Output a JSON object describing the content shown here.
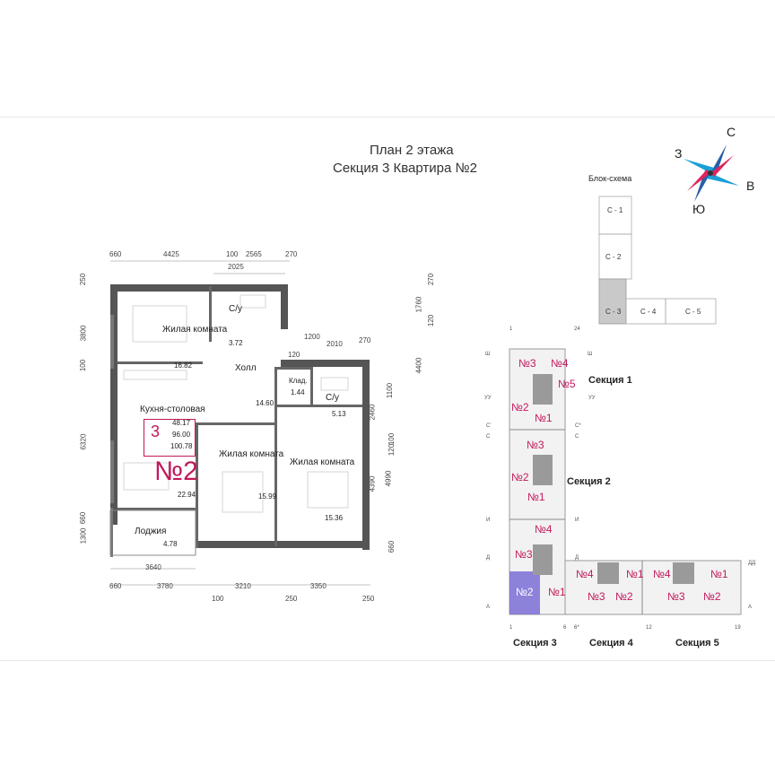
{
  "header": {
    "title_line1": "План 2 этажа",
    "title_line2": "Секция 3   Квартира №2"
  },
  "compass": {
    "n": "С",
    "w": "З",
    "e": "В",
    "s": "Ю"
  },
  "block_scheme": {
    "title": "Блок-схема",
    "labels": [
      "С - 1",
      "С - 2",
      "С - 3",
      "С - 4",
      "С - 5"
    ],
    "highlight_color": "#c9c9c9"
  },
  "apartment": {
    "rooms": 3,
    "number": "№2",
    "area_living": "48.17",
    "area_total": "96.00",
    "area_with_loggia": "100.78",
    "accent": "#c2185b"
  },
  "room_labels": {
    "living1": "Жилая комната",
    "living1_area": "16.82",
    "bath1": "С/у",
    "bath1_area": "3.72",
    "hall": "Холл",
    "hall_area": "14.60",
    "storage": "Клад.",
    "storage_area": "1.44",
    "bath2": "С/у",
    "bath2_area": "5.13",
    "kitchen": "Кухня-столовая",
    "kitchen_area": "22.94",
    "living2": "Жилая комната",
    "living2_area": "15.99",
    "living3": "Жилая комната",
    "living3_area": "15.36",
    "loggia": "Лоджия",
    "loggia_area": "4.78"
  },
  "dims": {
    "top": [
      "660",
      "4425",
      "100",
      "2565",
      "270",
      "2025"
    ],
    "mid_top": [
      "1200",
      "2010",
      "270",
      "120"
    ],
    "bottom": [
      "3640",
      "660",
      "3780",
      "3210",
      "3350",
      "100",
      "250",
      "250"
    ],
    "left": [
      "250",
      "3800",
      "100",
      "6320",
      "1300",
      "660"
    ],
    "right": [
      "1760",
      "270",
      "120",
      "4400",
      "2460",
      "1100",
      "100",
      "120",
      "4990",
      "4390",
      "660"
    ]
  },
  "building": {
    "sections": [
      "Секция 1",
      "Секция 2",
      "Секция 3",
      "Секция 4",
      "Секция 5"
    ],
    "apartments_s1": [
      "№3",
      "№4",
      "№5",
      "№2",
      "№1"
    ],
    "apartments_s2": [
      "№3",
      "№2",
      "№1"
    ],
    "apartments_s3": [
      "№4",
      "№3",
      "№2",
      "№1"
    ],
    "apartments_s4": [
      "№4",
      "№1",
      "№3",
      "№2"
    ],
    "apartments_s5": [
      "№4",
      "№1",
      "№3",
      "№2"
    ],
    "highlight_color": "#7b6fd6",
    "axes_top": [
      "1",
      "24"
    ],
    "axes_left": [
      "Ш",
      "УУ",
      "С'",
      "С",
      "И",
      "Д",
      "А"
    ],
    "axes_right": [
      "Ш",
      "УУ",
      "С*",
      "С",
      "И",
      "Д"
    ],
    "axes_bottom": [
      "1",
      "6",
      "6*",
      "12",
      "19"
    ],
    "axes_right_end": [
      "ДД",
      "А"
    ]
  }
}
